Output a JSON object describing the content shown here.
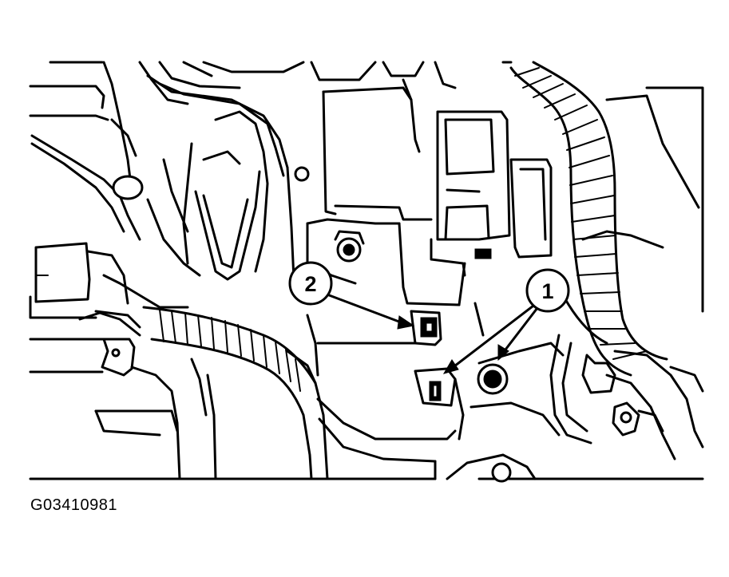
{
  "callouts": [
    {
      "id": "1",
      "label": "1"
    },
    {
      "id": "2",
      "label": "2"
    }
  ],
  "figure_code": "G03410981",
  "colors": {
    "line": "#000000",
    "background": "#ffffff"
  }
}
